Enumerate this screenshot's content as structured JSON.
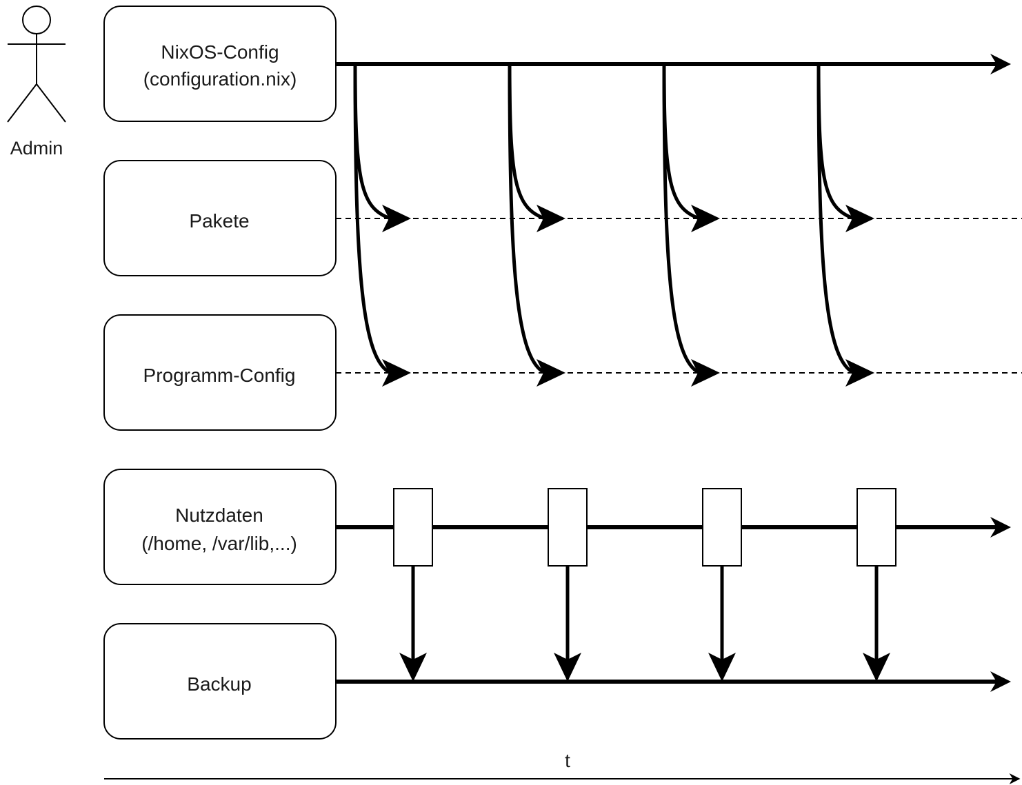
{
  "actor": {
    "label": "Admin",
    "icon": "stick-figure-icon"
  },
  "lanes": [
    {
      "id": "nixos-config",
      "lines": [
        "NixOS-Config",
        "(configuration.nix)"
      ],
      "line_style": "solid"
    },
    {
      "id": "pakete",
      "lines": [
        "Pakete"
      ],
      "line_style": "dashed"
    },
    {
      "id": "programm-config",
      "lines": [
        "Programm-Config"
      ],
      "line_style": "dashed"
    },
    {
      "id": "nutzdaten",
      "lines": [
        "Nutzdaten",
        "(/home, /var/lib,...)"
      ],
      "line_style": "solid"
    },
    {
      "id": "backup",
      "lines": [
        "Backup"
      ],
      "line_style": "solid"
    }
  ],
  "time_axis": {
    "label": "t"
  },
  "event_count": 4,
  "colors": {
    "stroke": "#000000",
    "background": "#ffffff"
  }
}
